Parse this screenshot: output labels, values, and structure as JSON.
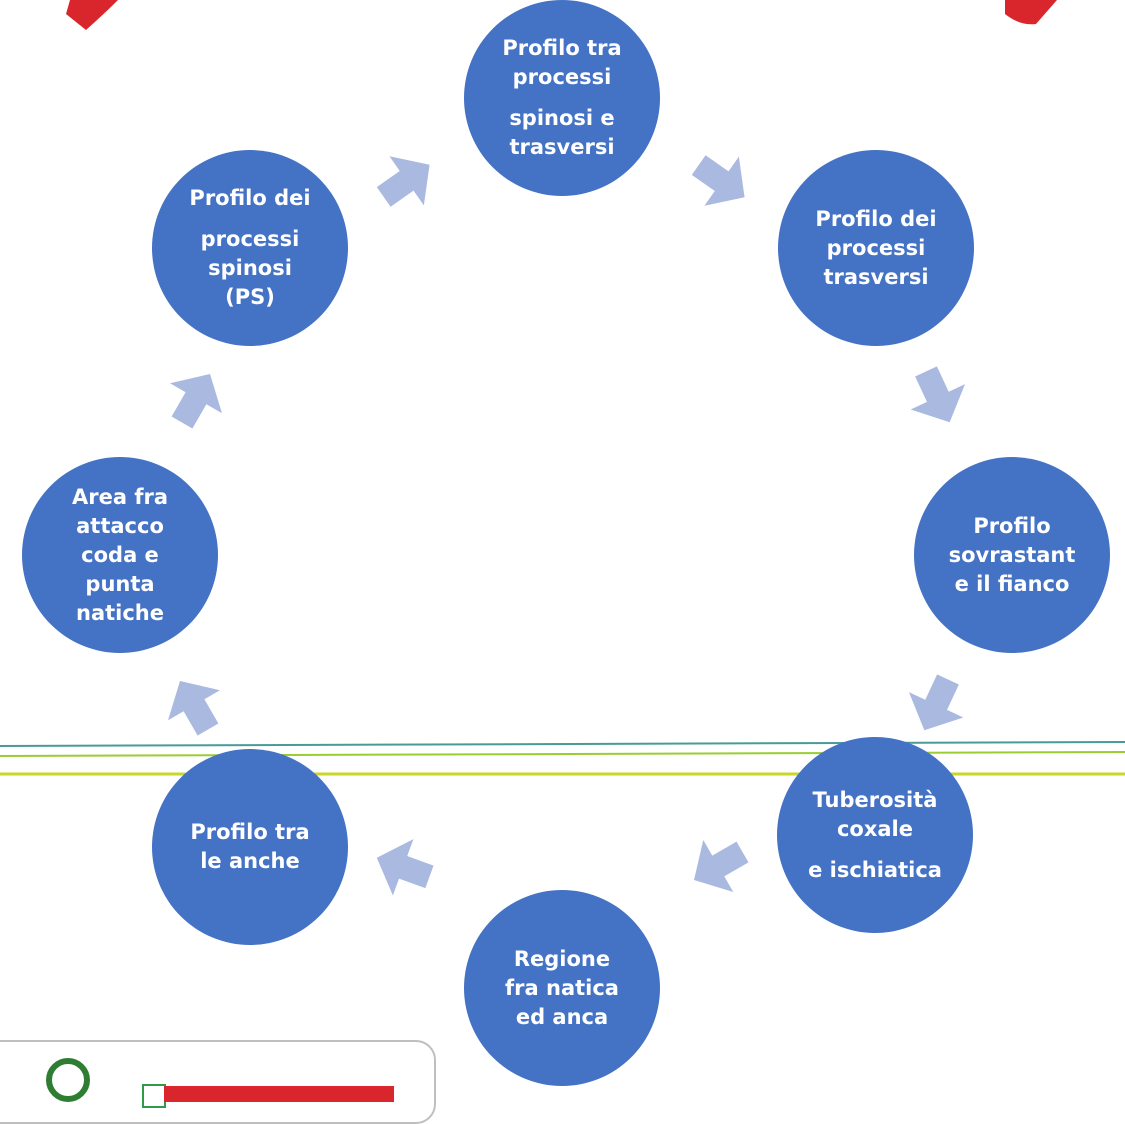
{
  "diagram": {
    "nodes": [
      {
        "id": "n1",
        "lines": [
          {
            "t": "Profilo tra",
            "gap": false
          },
          {
            "t": "processi",
            "gap": false
          },
          {
            "t": "spinosi e",
            "gap": true
          },
          {
            "t": "trasversi",
            "gap": false
          }
        ]
      },
      {
        "id": "n2",
        "lines": [
          {
            "t": "Profilo dei",
            "gap": false
          },
          {
            "t": "processi",
            "gap": false
          },
          {
            "t": "trasversi",
            "gap": false
          }
        ]
      },
      {
        "id": "n3",
        "lines": [
          {
            "t": "Profilo",
            "gap": false
          },
          {
            "t": "sovrastant",
            "gap": false
          },
          {
            "t": "e il fianco",
            "gap": false
          }
        ]
      },
      {
        "id": "n4",
        "lines": [
          {
            "t": "Tuberosità",
            "gap": false
          },
          {
            "t": "coxale",
            "gap": false
          },
          {
            "t": "e ischiatica",
            "gap": true
          }
        ]
      },
      {
        "id": "n5",
        "lines": [
          {
            "t": "Regione",
            "gap": false
          },
          {
            "t": "fra natica",
            "gap": false
          },
          {
            "t": "ed anca",
            "gap": false
          }
        ]
      },
      {
        "id": "n6",
        "lines": [
          {
            "t": "Profilo tra",
            "gap": false
          },
          {
            "t": "le anche",
            "gap": false
          }
        ]
      },
      {
        "id": "n7",
        "lines": [
          {
            "t": "Area fra",
            "gap": false
          },
          {
            "t": "attacco",
            "gap": false
          },
          {
            "t": "coda e",
            "gap": false
          },
          {
            "t": "punta",
            "gap": false
          },
          {
            "t": "natiche",
            "gap": false
          }
        ]
      },
      {
        "id": "n8",
        "lines": [
          {
            "t": "Profilo dei",
            "gap": false
          },
          {
            "t": "processi",
            "gap": true
          },
          {
            "t": "spinosi",
            "gap": false
          },
          {
            "t": "(PS)",
            "gap": false
          }
        ]
      }
    ],
    "colors": {
      "node": "#4472c4",
      "arrow": "#a9b9e0",
      "text": "#ffffff",
      "red_shape": "#d9262c",
      "line_green": "#9acd32",
      "line_teal": "#4a9a9a"
    }
  }
}
